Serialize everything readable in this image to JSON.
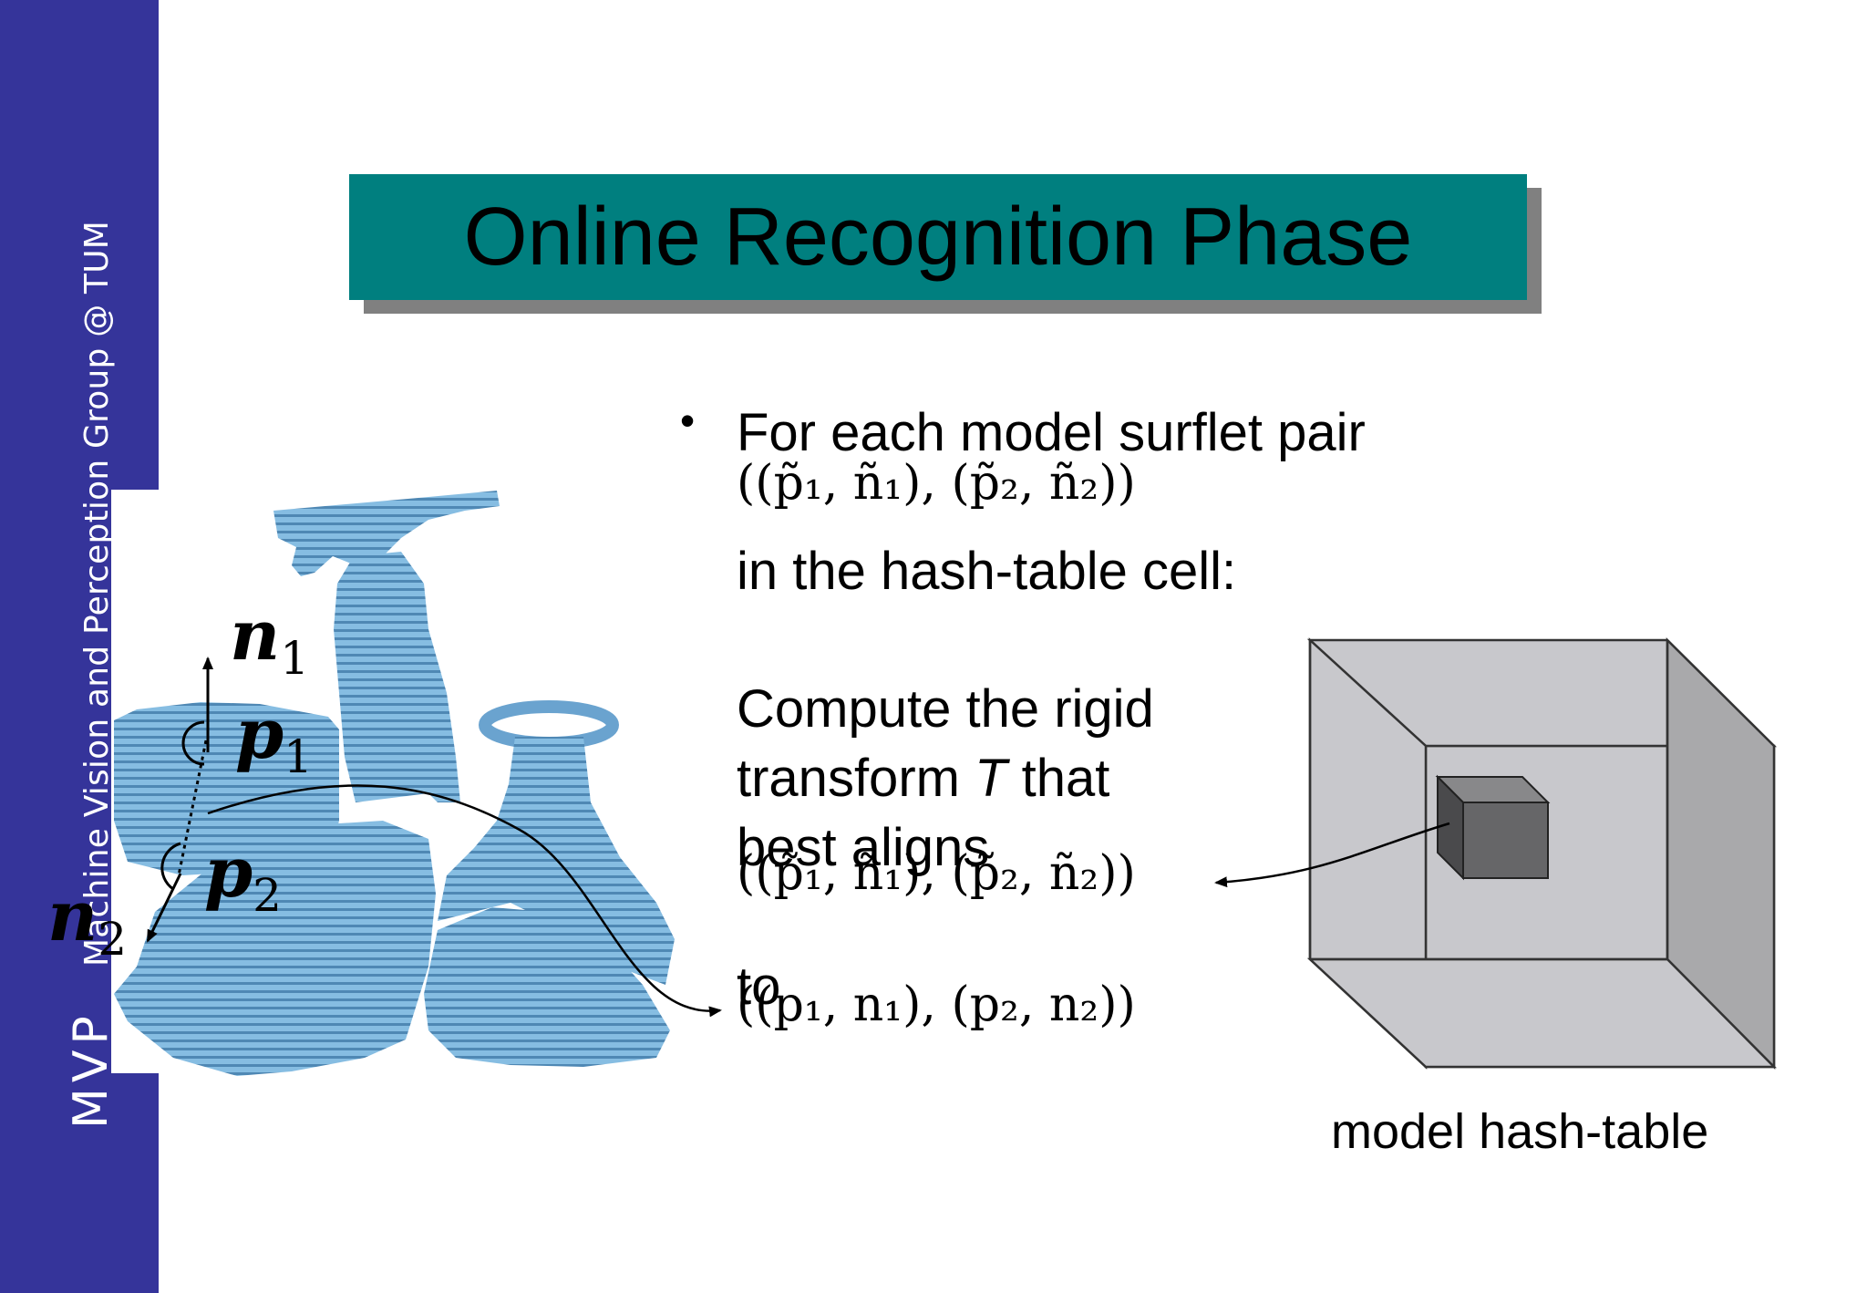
{
  "sidebar": {
    "group_text": "Machine Vision and Perception Group @ TUM",
    "logo_text": "MVP"
  },
  "slide": {
    "title": "Online Recognition Phase",
    "bullet_symbol": "•",
    "line1": "For each model surflet pair",
    "line2": "in the hash-table cell:",
    "line3": "Compute the rigid",
    "line4a": "transform ",
    "line4_var": "T",
    "line4b": " that",
    "line5": "best aligns",
    "line6": "to",
    "caption": "model hash-table"
  },
  "formulas": {
    "model_pair_top": "((p̃₁, ñ₁), (p̃₂, ñ₂))",
    "model_pair_mid": "((p̃₁, ñ₁), (p̃₂, ñ₂))",
    "scene_pair": "((p₁, n₁), (p₂, n₂))"
  },
  "figure_labels": {
    "n1": "n",
    "n1_sub": "1",
    "p1": "p",
    "p1_sub": "1",
    "p2": "p",
    "p2_sub": "2",
    "n2": "n",
    "n2_sub": "2"
  },
  "colors": {
    "sidebar": "#35349a",
    "title_box": "#007f7f",
    "title_shadow": "#808080",
    "object_fill": "#7fb2d8",
    "cube_face": "#c8c8cc",
    "cube_side": "#a9a9ab",
    "inner_cube": "#666668"
  }
}
